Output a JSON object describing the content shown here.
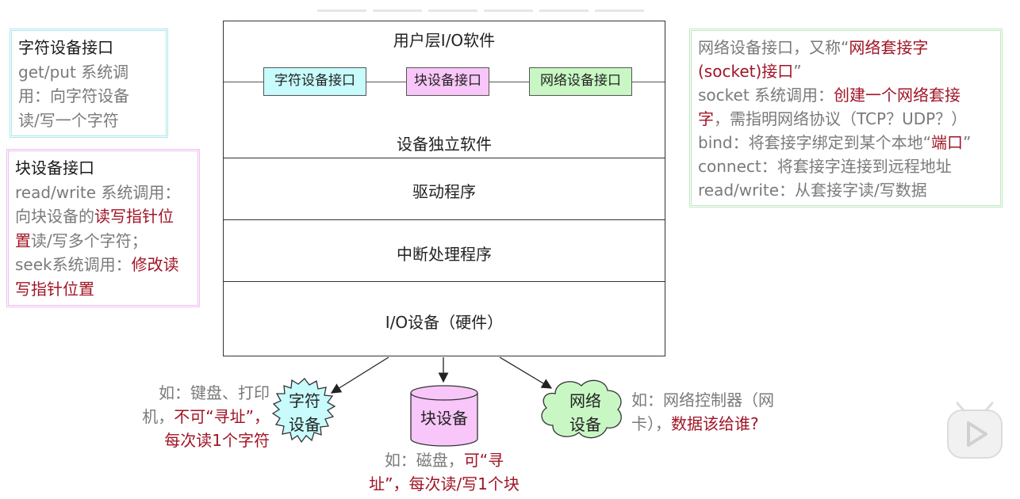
{
  "notes": {
    "char": {
      "title": "字符设备接口",
      "lines": [
        "get/put 系统调",
        "用：向字符设备",
        "读/写一个字符"
      ]
    },
    "block": {
      "title": "块设备接口",
      "l1": "read/write 系统调用：",
      "l2a": "向块设备的",
      "l2b": "读写指针位",
      "l3a": "置",
      "l3b": "读/写多个字符；",
      "l4a": "seek系统调用：",
      "l4b": "修改读",
      "l5": "写指针位置"
    },
    "net": {
      "l1a": "网络设备接口，又称“",
      "l1b": "网络套接字",
      "l2a": "(socket)接口",
      "l2b": "”",
      "l3a": "socket 系统调用：",
      "l3b": "创建一个网络套接",
      "l4a": "字",
      "l4b": "，需指明网络协议（TCP？UDP？）",
      "l5a": "bind：将套接字绑定到某个本地“",
      "l5b": "端口",
      "l5c": "”",
      "l6": "connect：将套接字连接到远程地址",
      "l7": "read/write：从套接字读/写数据"
    }
  },
  "stack": {
    "user_layer": "用户层I/O软件",
    "interfaces": {
      "char": "字符设备接口",
      "block": "块设备接口",
      "net": "网络设备接口"
    },
    "independent": "设备独立软件",
    "driver": "驱动程序",
    "interrupt": "中断处理程序",
    "hardware": "I/O设备（硬件）"
  },
  "devices": {
    "char": {
      "line1": "字符",
      "line2": "设备"
    },
    "block": {
      "label": "块设备"
    },
    "net": {
      "line1": "网络",
      "line2": "设备"
    }
  },
  "captions": {
    "char": {
      "l1": "如：键盘、打印",
      "l2a": "机，",
      "l2b": "不可“寻址”，",
      "l3": "每次读1个字符"
    },
    "block": {
      "l1a": "如：磁盘，",
      "l1b": "可“寻",
      "l2": "址”，每次读/写1个块"
    },
    "net": {
      "l1": "如：网络控制器（网",
      "l2a": "卡），",
      "l2b": "数据该给谁?"
    }
  },
  "colors": {
    "char_accent": "#c8fbfc",
    "block_accent": "#f8c6f8",
    "net_accent": "#c8f7c4",
    "highlight_red": "#a01426"
  }
}
